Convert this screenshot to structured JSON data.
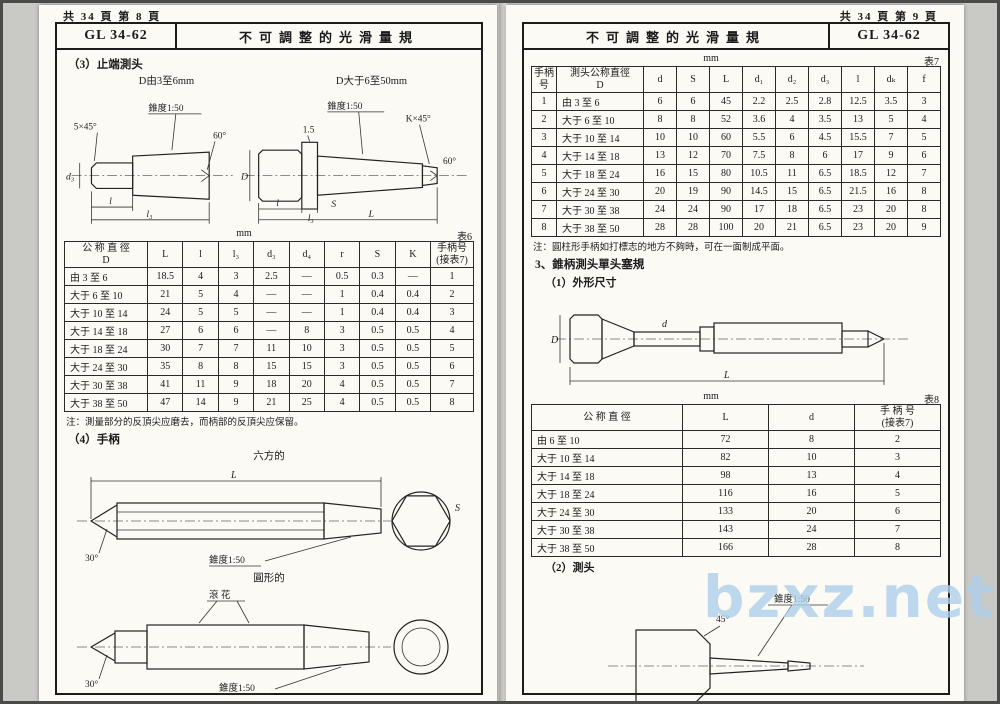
{
  "watermark": "bzxz.net",
  "left": {
    "header": "共 34 頁 第 8 頁",
    "code": "GL 34-62",
    "title": "不可調整的光滑量規",
    "sec3": {
      "heading": "（3）止端測头",
      "small_caption": "D由3至6mm",
      "large_caption": "D大于6至50mm",
      "a": {
        "chamfer": "5×45°",
        "taper": "錐度1:50",
        "angle": "60°",
        "l": "l",
        "l3": "l₃",
        "d3": "d₃"
      },
      "b": {
        "taper": "錐度1:50",
        "chamfer": "K×45°",
        "r": "1.5",
        "angle": "60°",
        "l": "l",
        "l3": "l₃",
        "L": "L",
        "D": "D",
        "S": "S"
      }
    },
    "table6": {
      "unit": "mm",
      "caption": "表6",
      "columns": [
        "公 称 直 徑\nD",
        "L",
        "l",
        "l₃",
        "d₃",
        "d₄",
        "r",
        "S",
        "K",
        "手柄号\n(接表7)"
      ],
      "rows": [
        [
          "由 3 至 6",
          "18.5",
          "4",
          "3",
          "2.5",
          "—",
          "0.5",
          "0.3",
          "—",
          "1"
        ],
        [
          "大于 6 至 10",
          "21",
          "5",
          "4",
          "—",
          "—",
          "1",
          "0.4",
          "0.4",
          "2"
        ],
        [
          "大于 10 至 14",
          "24",
          "5",
          "5",
          "—",
          "—",
          "1",
          "0.4",
          "0.4",
          "3"
        ],
        [
          "大于 14 至 18",
          "27",
          "6",
          "6",
          "—",
          "8",
          "3",
          "0.5",
          "0.5",
          "4"
        ],
        [
          "大于 18 至 24",
          "30",
          "7",
          "7",
          "11",
          "10",
          "3",
          "0.5",
          "0.5",
          "5"
        ],
        [
          "大于 24 至 30",
          "35",
          "8",
          "8",
          "15",
          "15",
          "3",
          "0.5",
          "0.5",
          "6"
        ],
        [
          "大于 30 至 38",
          "41",
          "11",
          "9",
          "18",
          "20",
          "4",
          "0.5",
          "0.5",
          "7"
        ],
        [
          "大于 38 至 50",
          "47",
          "14",
          "9",
          "21",
          "25",
          "4",
          "0.5",
          "0.5",
          "8"
        ]
      ]
    },
    "note6": "注：測量部分的反頂尖应磨去，而柄部的反頂尖应保留。",
    "sec4": {
      "heading": "（4）手柄",
      "hex": {
        "caption": "六方的",
        "L": "L",
        "angle": "30°",
        "taper": "錐度1:50",
        "S": "S"
      },
      "round": {
        "caption": "圓形的",
        "knurl": "滾 花",
        "angle": "30°",
        "taper": "錐度1:50"
      }
    }
  },
  "right": {
    "header": "共 34 頁 第 9 頁",
    "code": "GL 34-62",
    "title": "不可調整的光滑量規",
    "table7": {
      "unit": "mm",
      "caption": "表7",
      "columns": [
        "手柄\n号",
        "測头公称直徑\nD",
        "d",
        "S",
        "L",
        "d₁",
        "d₂",
        "d₃",
        "l",
        "dₖ",
        "f"
      ],
      "rows": [
        [
          "1",
          "由 3 至 6",
          "6",
          "6",
          "45",
          "2.2",
          "2.5",
          "2.8",
          "12.5",
          "3.5",
          "3"
        ],
        [
          "2",
          "大于 6 至 10",
          "8",
          "8",
          "52",
          "3.6",
          "4",
          "3.5",
          "13",
          "5",
          "4"
        ],
        [
          "3",
          "大于 10 至 14",
          "10",
          "10",
          "60",
          "5.5",
          "6",
          "4.5",
          "15.5",
          "7",
          "5"
        ],
        [
          "4",
          "大于 14 至 18",
          "13",
          "12",
          "70",
          "7.5",
          "8",
          "6",
          "17",
          "9",
          "6"
        ],
        [
          "5",
          "大于 18 至 24",
          "16",
          "15",
          "80",
          "10.5",
          "11",
          "6.5",
          "18.5",
          "12",
          "7"
        ],
        [
          "6",
          "大于 24 至 30",
          "20",
          "19",
          "90",
          "14.5",
          "15",
          "6.5",
          "21.5",
          "16",
          "8"
        ],
        [
          "7",
          "大于 30 至 38",
          "24",
          "24",
          "90",
          "17",
          "18",
          "6.5",
          "23",
          "20",
          "8"
        ],
        [
          "8",
          "大于 38 至 50",
          "28",
          "28",
          "100",
          "20",
          "21",
          "6.5",
          "23",
          "20",
          "9"
        ]
      ]
    },
    "note7": "注：圓柱形手柄如打標志的地方不夠時，可在一面制成平面。",
    "sec3_heading": "3、錐柄測头單头塞規",
    "sub1_heading": "（1）外形尺寸",
    "shape": {
      "D": "D",
      "L": "L",
      "d": "d"
    },
    "table8": {
      "unit": "mm",
      "caption": "表8",
      "columns": [
        "公  称  直  徑",
        "L",
        "d",
        "手 柄 号\n(接表7)"
      ],
      "rows": [
        [
          "由  6  至  10",
          "72",
          "8",
          "2"
        ],
        [
          "大于 10 至 14",
          "82",
          "10",
          "3"
        ],
        [
          "大于 14 至 18",
          "98",
          "13",
          "4"
        ],
        [
          "大于 18 至 24",
          "116",
          "16",
          "5"
        ],
        [
          "大于 24 至 30",
          "133",
          "20",
          "6"
        ],
        [
          "大于 30 至 38",
          "143",
          "24",
          "7"
        ],
        [
          "大于 38 至 50",
          "166",
          "28",
          "8"
        ]
      ]
    },
    "sub2_heading": "（2）測头",
    "head": {
      "taper": "錐度1:50",
      "angle": "45°"
    }
  }
}
